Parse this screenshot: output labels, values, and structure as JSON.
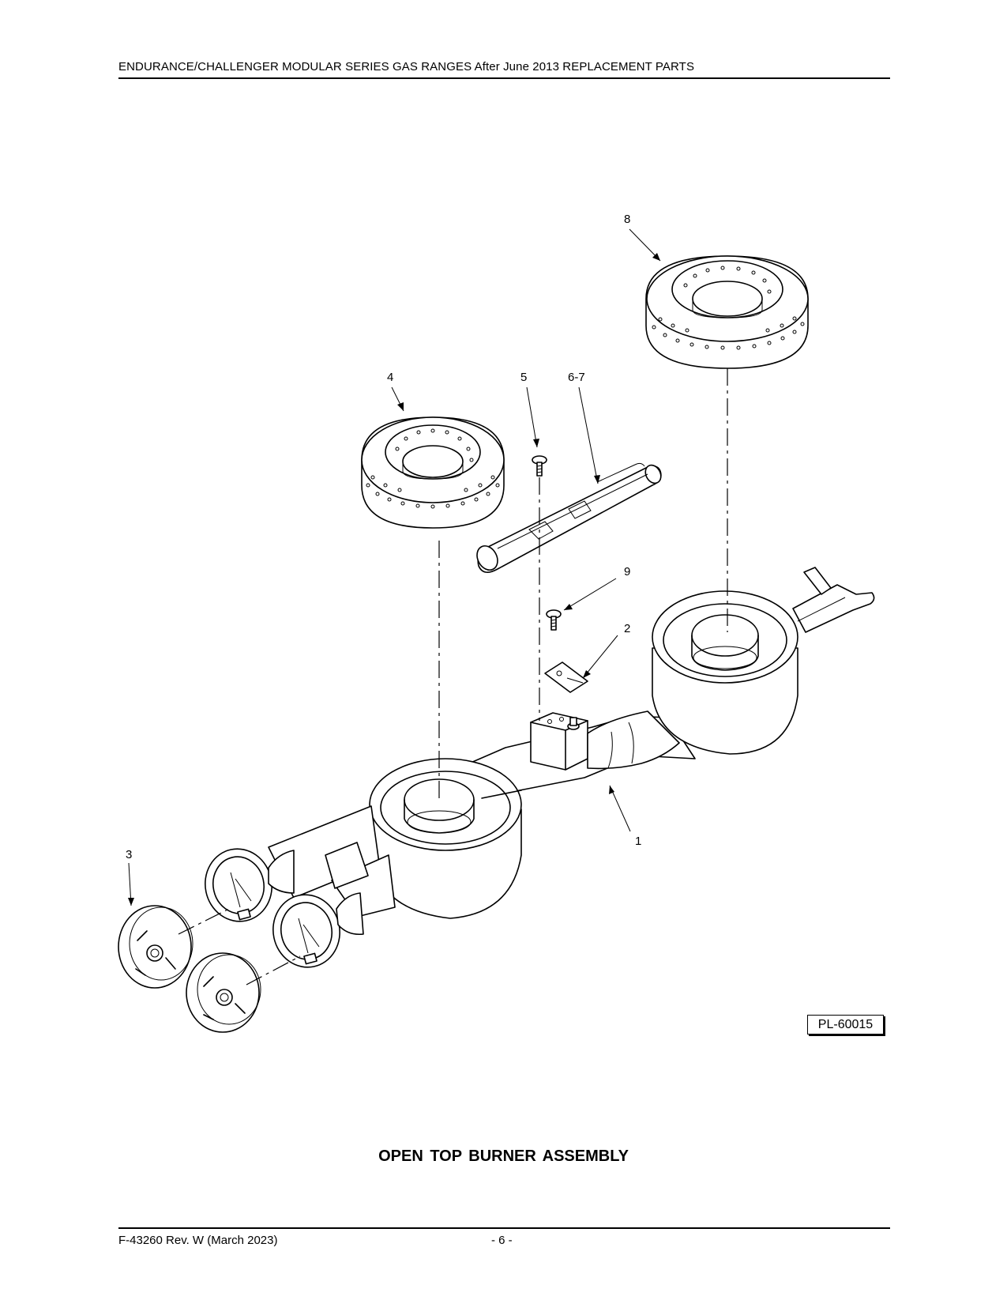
{
  "header": {
    "title": "ENDURANCE/CHALLENGER MODULAR SERIES GAS RANGES After June 2013 REPLACEMENT PARTS"
  },
  "figure": {
    "callouts": {
      "c1": "1",
      "c2": "2",
      "c3": "3",
      "c4": "4",
      "c5": "5",
      "c67": "6-7",
      "c8": "8",
      "c9": "9"
    },
    "plate_id": "PL-60015"
  },
  "caption": "OPEN  TOP  BURNER ASSEMBLY",
  "footer": {
    "doc_number": "F-43260 Rev. W (March 2023)",
    "page": "- 6 -"
  }
}
